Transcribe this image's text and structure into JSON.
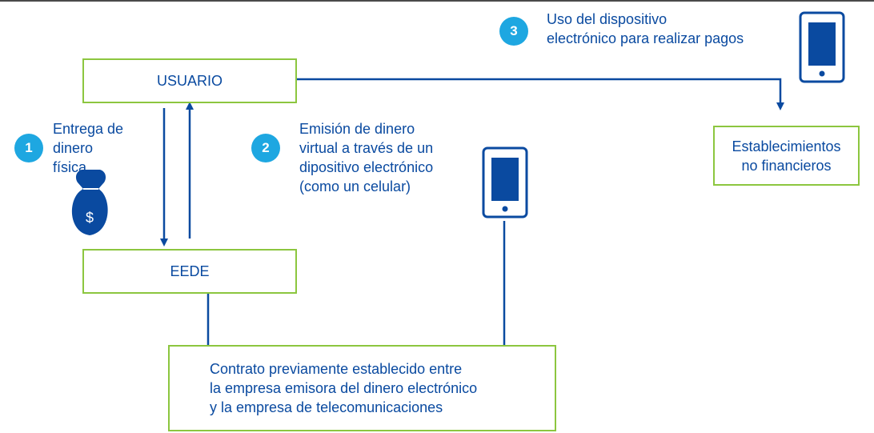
{
  "colors": {
    "box_border": "#8cc63f",
    "text": "#0a4aa0",
    "lines": "#0a4aa0",
    "badge": "#1ea7e1"
  },
  "boxes": {
    "usuario": "USUARIO",
    "eede": "EEDE",
    "establecimientos": [
      "Establecimientos",
      "no financieros"
    ],
    "contrato": [
      "Contrato previamente establecido entre",
      "la empresa emisora del dinero electrónico",
      "y la empresa de telecomunicaciones"
    ]
  },
  "steps": [
    {
      "number": "1",
      "text": [
        "Entrega de",
        "dinero",
        "física"
      ]
    },
    {
      "number": "2",
      "text": [
        "Emisión de dinero",
        "virtual a través de un",
        "dipositivo electrónico",
        "(como un celular)"
      ]
    },
    {
      "number": "3",
      "text": [
        "Uso del dispositivo",
        "electrónico para realizar pagos"
      ]
    }
  ],
  "icons": {
    "money_bag": "money-bag-icon",
    "money_symbol": "$",
    "phone": "mobile-phone-icon"
  }
}
